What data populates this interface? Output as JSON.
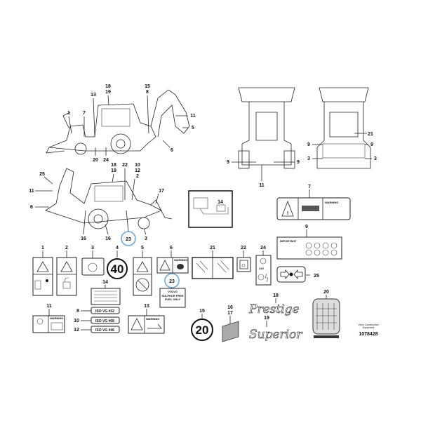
{
  "callouts": {
    "side1": [
      "1",
      "7",
      "13",
      "18",
      "19",
      "15",
      "8",
      "11",
      "5",
      "6",
      "20",
      "24"
    ],
    "side2": [
      "25",
      "11",
      "6",
      "18",
      "19",
      "22",
      "10",
      "12",
      "2",
      "17",
      "16",
      "16",
      "3",
      "23"
    ],
    "front": [
      "9",
      "9",
      "11"
    ],
    "rear": [
      "21",
      "9",
      "9",
      "3",
      "3"
    ],
    "decals": [
      "1",
      "2",
      "3",
      "4",
      "5",
      "6",
      "23",
      "21",
      "22",
      "24",
      "7",
      "9",
      "25",
      "14",
      "14",
      "8",
      "10",
      "12",
      "11",
      "13",
      "15",
      "16",
      "17",
      "18",
      "19",
      "20"
    ]
  },
  "decal_text": {
    "speed40": "40",
    "speed20": "20",
    "warning": "WARNING",
    "important": "IMPORTANT",
    "iso32": "ISO VG #32",
    "iso68": "ISO VG #68",
    "iso46": "ISO VG #46",
    "volvo": "VOLVO",
    "sulphur1": "SULPHUR FREE",
    "sulphur2": "FUEL ONLY",
    "volt": "24V",
    "prestige": "Prestige",
    "superior": "Superior"
  },
  "footer": {
    "company1": "Volvo Construction",
    "company2": "Equipment",
    "doc_number": "1078428"
  },
  "colors": {
    "highlight": "#6fa8dc"
  }
}
